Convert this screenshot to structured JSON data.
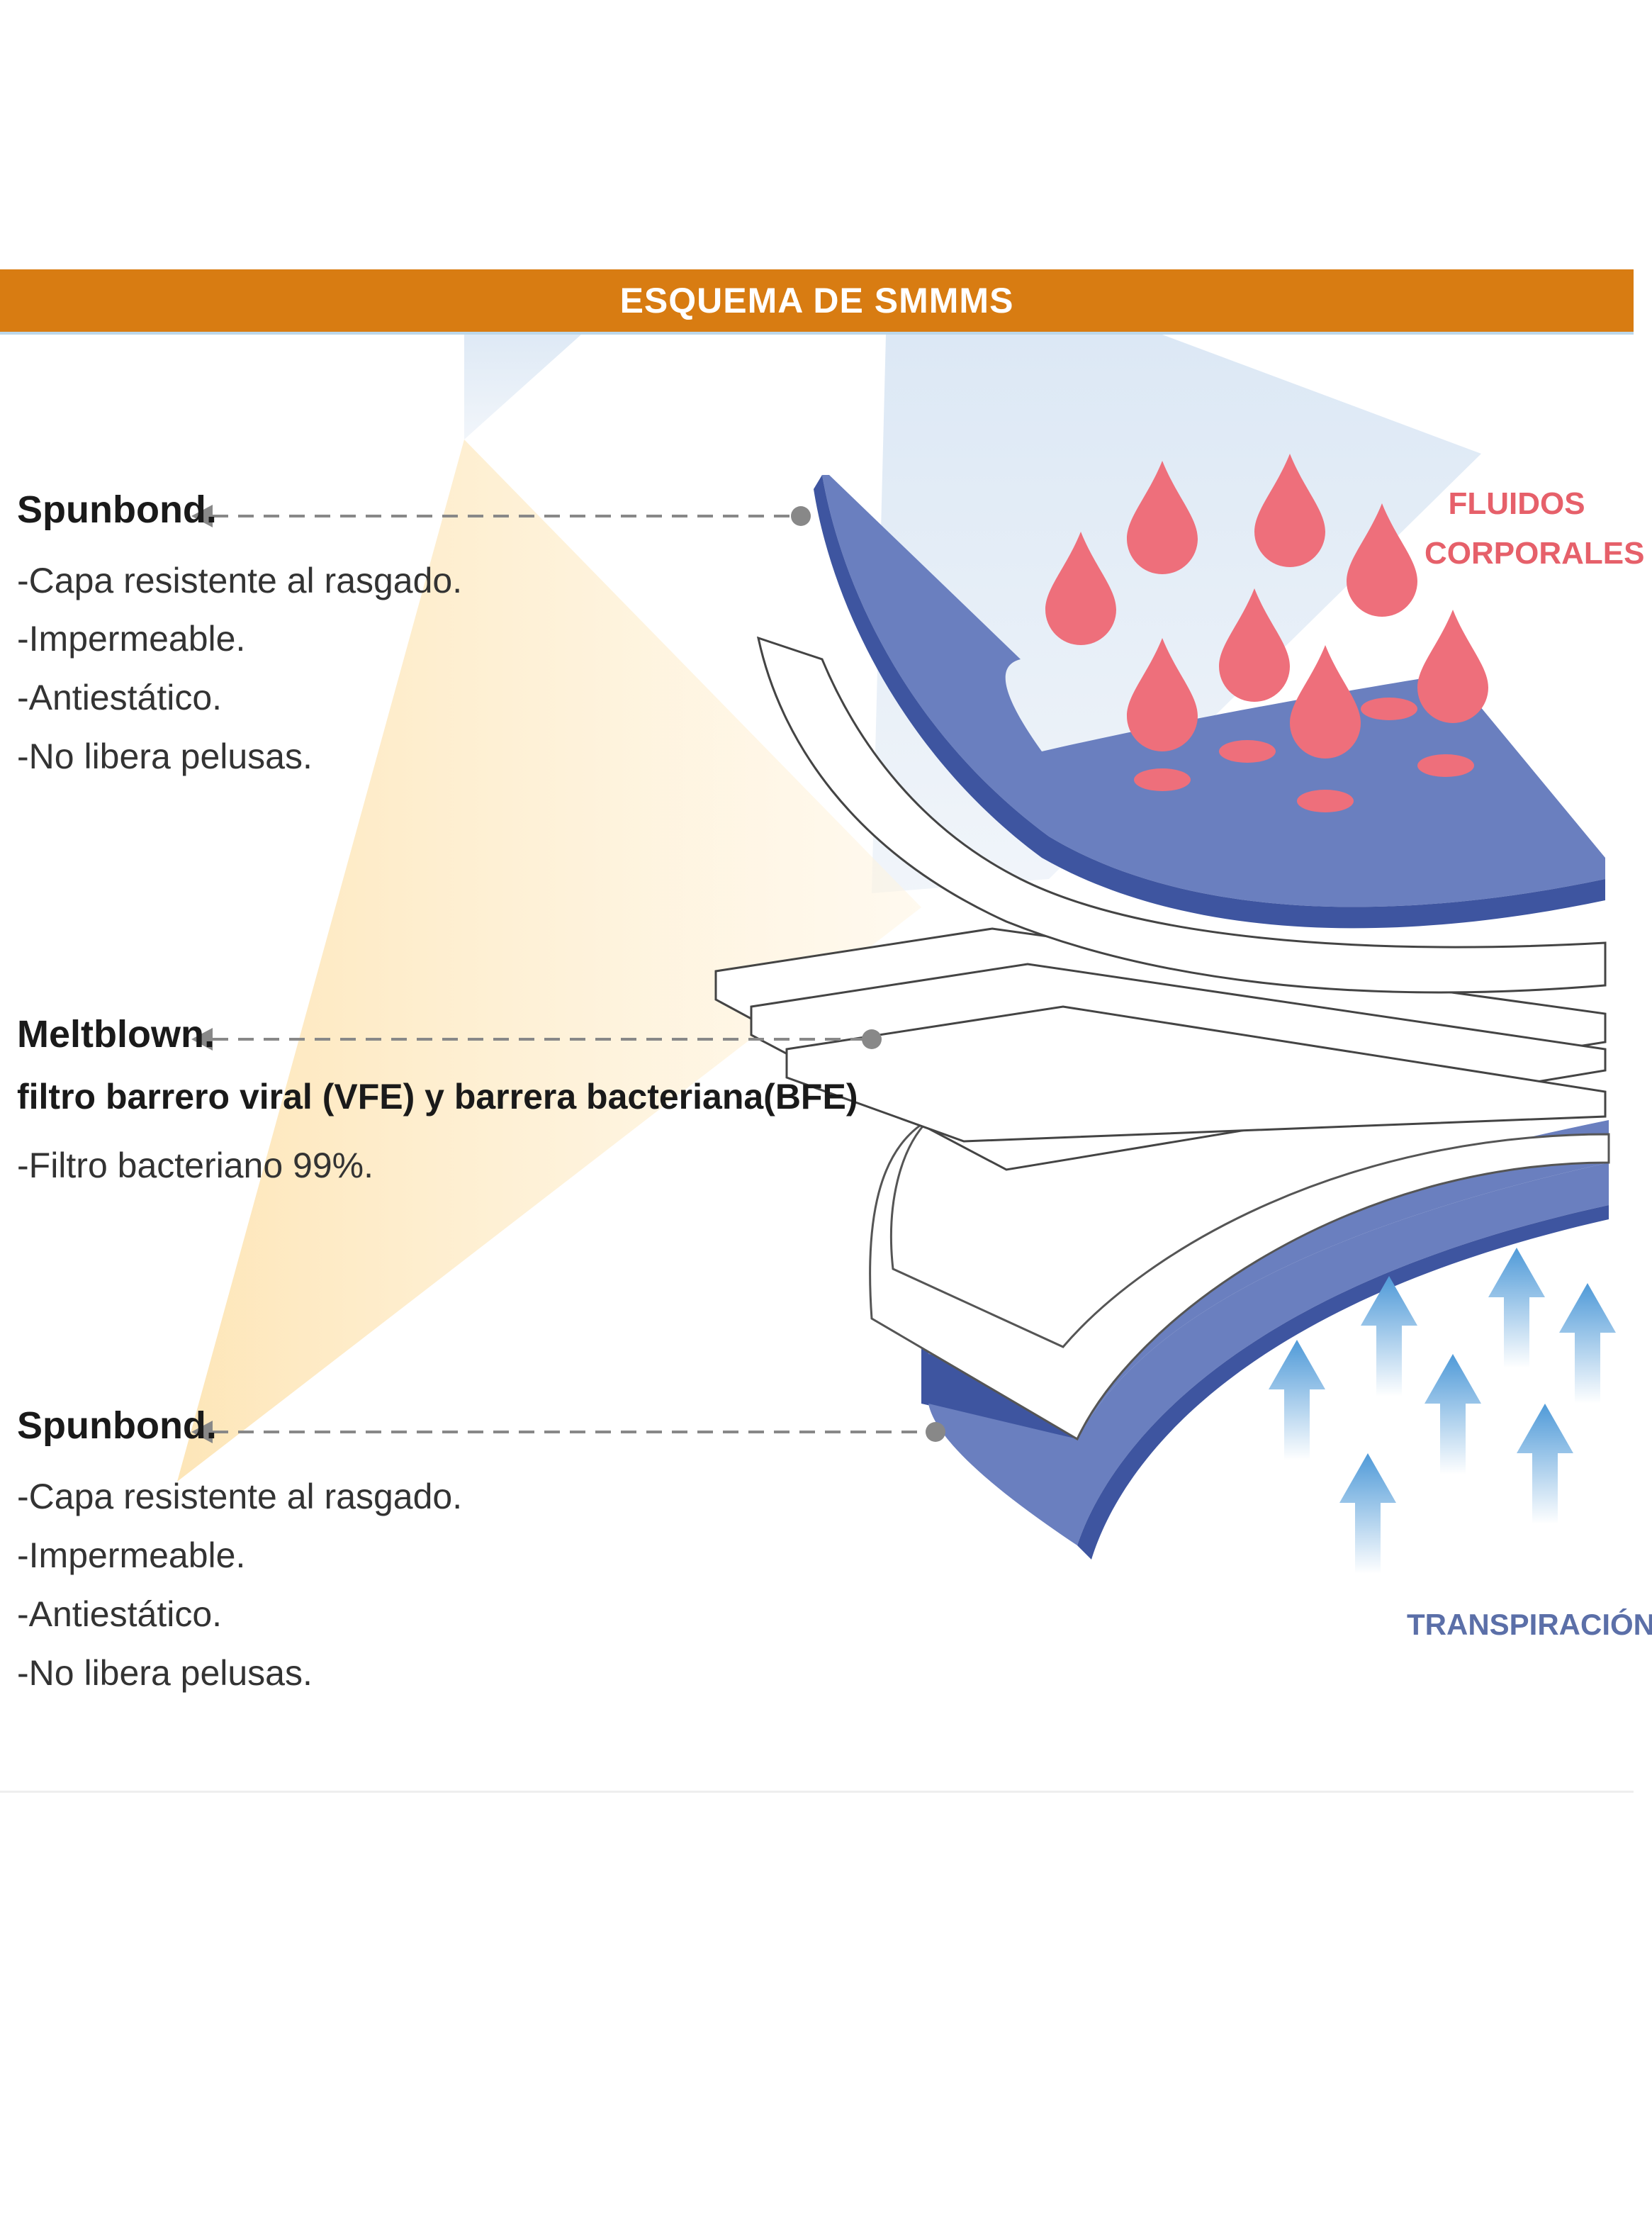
{
  "header": {
    "title": "ESQUEMA DE SMMMS"
  },
  "layers": {
    "top": {
      "title": "Spunbond.",
      "lines": [
        "-Capa resistente al rasgado.",
        "-Impermeable.",
        "-Antiestático.",
        "-No libera pelusas."
      ]
    },
    "middle": {
      "title": "Meltblown.",
      "subtitle": "filtro barrero viral (VFE) y barrera bacteriana(BFE)",
      "lines": [
        "-Filtro bacteriano 99%."
      ]
    },
    "bottom": {
      "title": "Spunbond.",
      "lines": [
        "-Capa resistente al rasgado.",
        "-Impermeable.",
        "-Antiestático.",
        "-No libera pelusas."
      ]
    }
  },
  "labels": {
    "fluids_line1": "FLUIDOS",
    "fluids_line2": "CORPORALES",
    "perspiration": "TRANSPIRACIÓN"
  },
  "colors": {
    "banner": "#d87c12",
    "spunbond": "#6a7fbf",
    "spunbond_dark": "#3e55a0",
    "fluid": "#ee6f7b",
    "arrow": "#5aa4dc",
    "beam_yellow": "#fde9c4",
    "beam_blue": "#dfe9f4"
  }
}
